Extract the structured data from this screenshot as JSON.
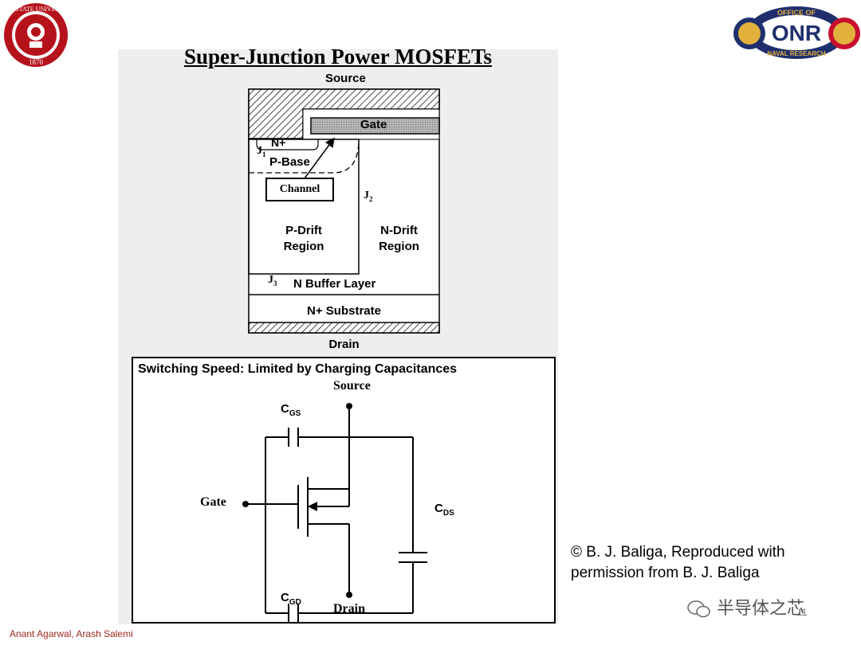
{
  "slide": {
    "title": "Super-Junction Power MOSFETs",
    "footer": "Anant Agarwal, Arash Salemi",
    "credit_line1": "© B. J. Baliga,  Reproduced with",
    "credit_line2": "permission from B. J. Baliga",
    "watermark": "半导体之芯",
    "page_number": "11"
  },
  "logos": {
    "left_alt": "Ohio State University seal",
    "left_text": "OHIO STATE UNIVERSITY",
    "left_year": "1870",
    "right_alt": "Office of Naval Research logo",
    "right_top": "OFFICE OF",
    "right_center": "ONR",
    "right_bottom": "NAVAL RESEARCH"
  },
  "cross_section": {
    "source": "Source",
    "gate": "Gate",
    "n_plus": "N+",
    "j1": "J",
    "j1_sub": "1",
    "p_base": "P-Base",
    "channel": "Channel",
    "j2": "J",
    "j2_sub": "2",
    "p_drift_1": "P-Drift",
    "p_drift_2": "Region",
    "n_drift_1": "N-Drift",
    "n_drift_2": "Region",
    "j3": "J",
    "j3_sub": "3",
    "n_buffer": "N Buffer Layer",
    "n_substrate": "N+ Substrate",
    "drain": "Drain"
  },
  "circuit": {
    "heading": "Switching Speed: Limited by Charging Capacitances",
    "source": "Source",
    "drain": "Drain",
    "gate": "Gate",
    "cgs": "C",
    "cgs_sub": "GS",
    "cgd": "C",
    "cgd_sub": "GD",
    "cds": "C",
    "cds_sub": "DS"
  },
  "colors": {
    "footer": "#a0291d",
    "osu_red": "#b5121b",
    "onr_navy": "#1f2f6e",
    "panel_bg": "#eeeeee"
  }
}
